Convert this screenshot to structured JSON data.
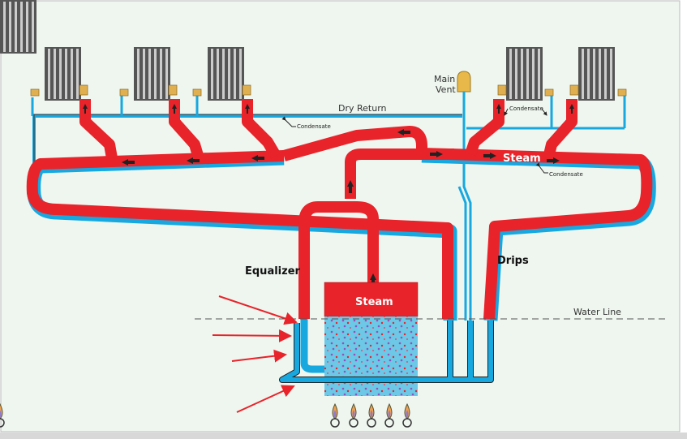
{
  "labels": {
    "dry_return": "Dry Return",
    "main_vent_line1": "Main",
    "main_vent_line2": "Vent",
    "condensate_1": "Condensate",
    "condensate_2": "Condensate",
    "condensate_3": "Condensate",
    "steam_main": "Steam",
    "steam_boiler": "Steam",
    "equalizer": "Equalizer",
    "drips": "Drips",
    "water_line": "Water Line"
  },
  "colors": {
    "steam": "#e8232a",
    "water": "#17a8e0",
    "background": "#eef6ef",
    "vent": "#e8b84a",
    "annotation_arrow": "#e8232a"
  }
}
